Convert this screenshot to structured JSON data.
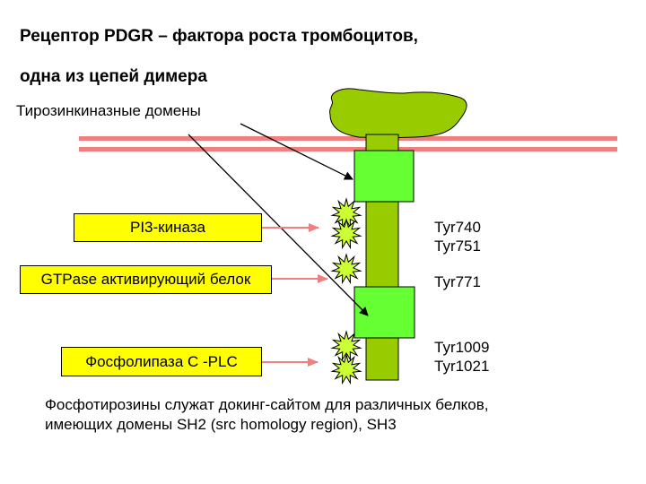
{
  "title": {
    "line1": "Рецептор PDGR – фактора роста тромбоцитов,",
    "line2": "одна из цепей димера"
  },
  "labels": {
    "kinase_domains": "Тирозинкиназные домены"
  },
  "binding_proteins": [
    {
      "label": "PI3-киназа"
    },
    {
      "label": "GTPase активирующий белок"
    },
    {
      "label": "Фосфолипаза С -PLC"
    }
  ],
  "tyrosines": [
    {
      "lines": [
        "Tyr740",
        "Tyr751"
      ]
    },
    {
      "lines": [
        "Tyr771"
      ]
    },
    {
      "lines": [
        "Tyr1009",
        "Tyr1021"
      ]
    }
  ],
  "note": {
    "line1": "Фосфотирозины служат докинг-сайтом для различных белков,",
    "line2": "имеющих домены SH2 (src homology region), SH3"
  },
  "colors": {
    "membrane": "#f08080",
    "receptor_stem": "#99cc00",
    "kinase_domain": "#66ff33",
    "binding_box": "#ffff00",
    "phosphate_star": "#ccff33",
    "arrow": "#f08080"
  }
}
